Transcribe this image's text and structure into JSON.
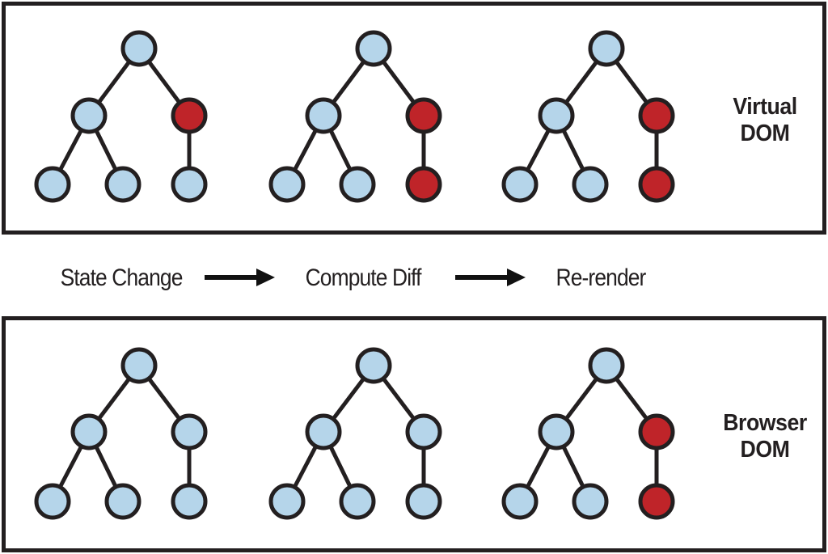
{
  "colors": {
    "node_blue": "#B5D5EA",
    "node_red": "#BF2429",
    "outline": "#231F20"
  },
  "flow": {
    "steps": [
      "State Change",
      "Compute Diff",
      "Re-render"
    ]
  },
  "panels": [
    {
      "name": "virtual-dom",
      "label_lines": [
        "Virtual",
        "DOM"
      ],
      "trees": [
        {
          "nodes": [
            "blue",
            "blue",
            "red",
            "blue",
            "blue",
            "blue"
          ]
        },
        {
          "nodes": [
            "blue",
            "blue",
            "red",
            "blue",
            "blue",
            "red"
          ]
        },
        {
          "nodes": [
            "blue",
            "blue",
            "red",
            "blue",
            "blue",
            "red"
          ]
        }
      ]
    },
    {
      "name": "browser-dom",
      "label_lines": [
        "Browser",
        "DOM"
      ],
      "trees": [
        {
          "nodes": [
            "blue",
            "blue",
            "blue",
            "blue",
            "blue",
            "blue"
          ]
        },
        {
          "nodes": [
            "blue",
            "blue",
            "blue",
            "blue",
            "blue",
            "blue"
          ]
        },
        {
          "nodes": [
            "blue",
            "blue",
            "red",
            "blue",
            "blue",
            "red"
          ]
        }
      ]
    }
  ]
}
